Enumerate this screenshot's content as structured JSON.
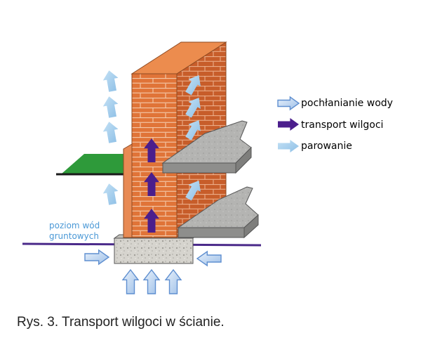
{
  "legend": {
    "items": [
      {
        "label": "pochłanianie wody",
        "icon": "absorption-arrow-icon"
      },
      {
        "label": "transport wilgoci",
        "icon": "moisture-transport-arrow-icon"
      },
      {
        "label": "parowanie",
        "icon": "evaporation-arrow-icon"
      }
    ]
  },
  "water_label": {
    "line1": "poziom wód",
    "line2": "gruntowych"
  },
  "caption": "Rys. 3. Transport wilgoci w ścianie.",
  "colors": {
    "brick": "#E07438",
    "brick_dark": "#B85424",
    "brick_top": "#EC8C4E",
    "slab": "#B2B2B2",
    "slab_dark": "#7E7E7E",
    "ground": "#2E9A3A",
    "water_line": "#4B2A8A",
    "absorption_outline": "#5F8FD0",
    "transport": "#4B1E8C",
    "evaporation": "#9CC8EA",
    "water_label": "#4A98D6"
  }
}
